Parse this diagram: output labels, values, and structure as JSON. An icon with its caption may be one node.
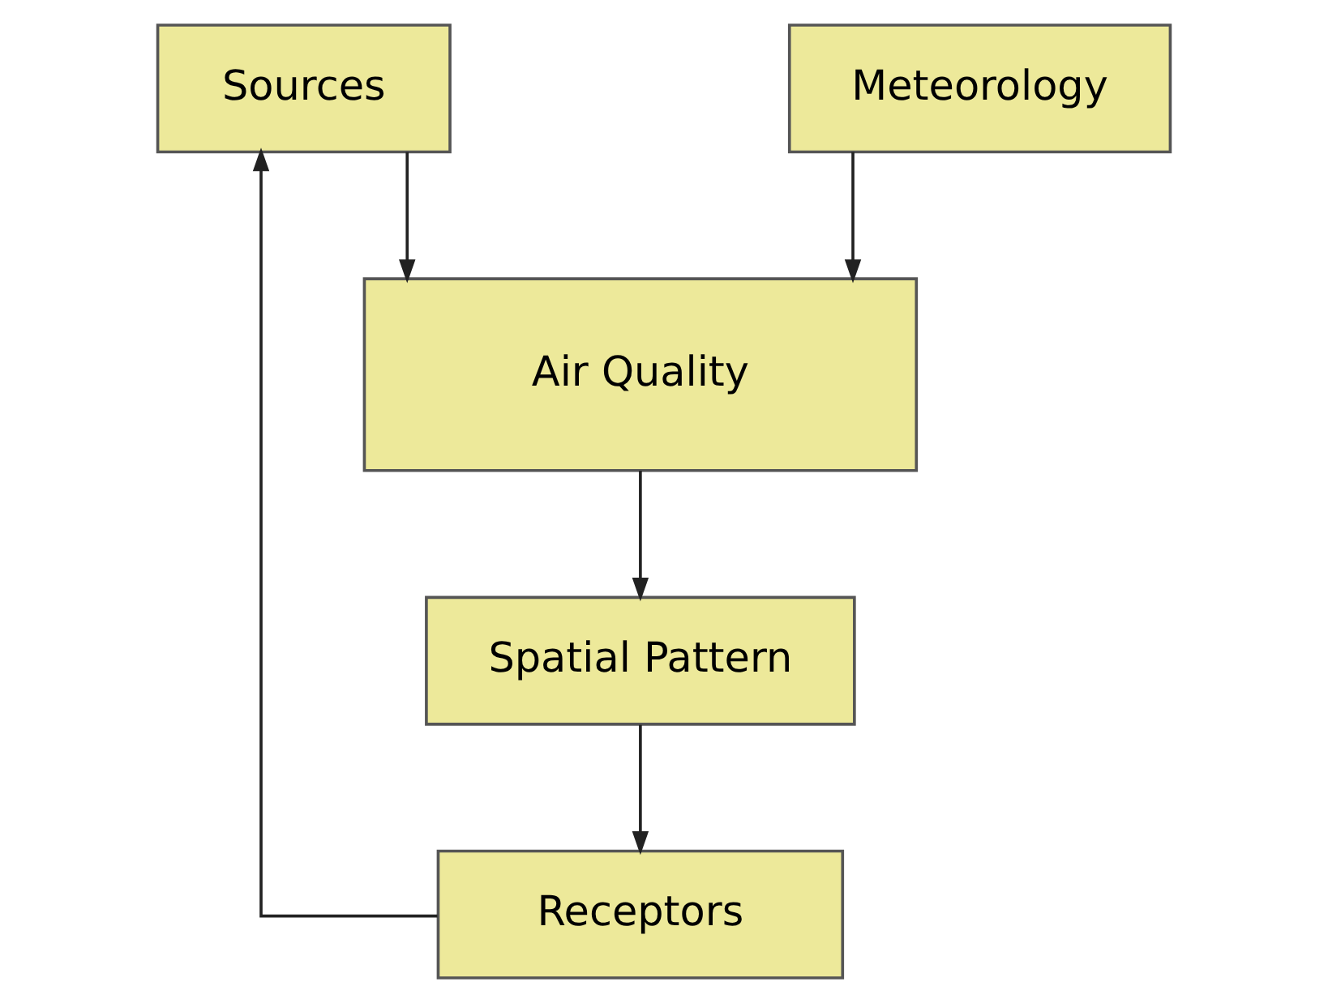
{
  "diagram": {
    "nodes": [
      {
        "text": [
          "Sources"
        ]
      },
      {
        "text": [
          "Meteorology"
        ]
      },
      {
        "text": [
          "Air Quality"
        ]
      },
      {
        "text": [
          "Spatial Pattern"
        ]
      },
      {
        "text": [
          "Receptors"
        ]
      }
    ],
    "edges": [
      {
        "from": 0,
        "to": 2,
        "arrow": "to"
      },
      {
        "from": 1,
        "to": 2,
        "arrow": "to"
      },
      {
        "from": 2,
        "to": 3,
        "arrow": "to"
      },
      {
        "from": 3,
        "to": 4,
        "arrow": "to"
      },
      {
        "from": 4,
        "to": 0,
        "arrow": "to"
      }
    ]
  }
}
